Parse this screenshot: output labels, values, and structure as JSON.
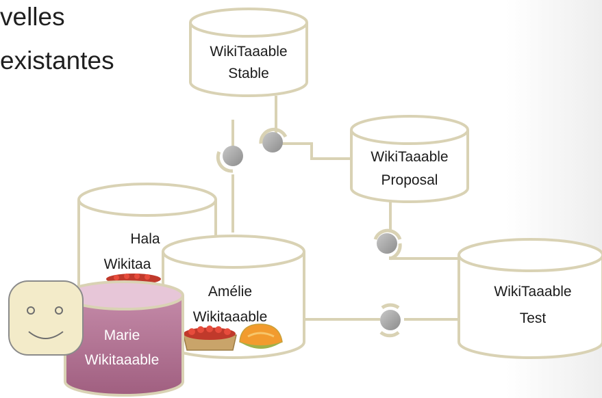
{
  "bullets": [
    "velles",
    "existantes"
  ],
  "databases": {
    "stable": {
      "line1": "WikiTaaable",
      "line2": "Stable"
    },
    "proposal": {
      "line1": "WikiTaaable",
      "line2": "Proposal"
    },
    "test": {
      "line1": "WikiTaaable",
      "line2": "Test"
    },
    "hala": {
      "line1": "Hala",
      "line2": "Wikitaa"
    },
    "amelie": {
      "line1": "Amélie",
      "line2": "Wikitaaable"
    },
    "marie": {
      "line1": "Marie",
      "line2": "Wikitaaable"
    }
  },
  "colors": {
    "connector": "#d9d2b4",
    "interface_ball": "#a6a6a6",
    "marie_fill": "#b07693",
    "smiley_fill": "#f3ebc9"
  }
}
